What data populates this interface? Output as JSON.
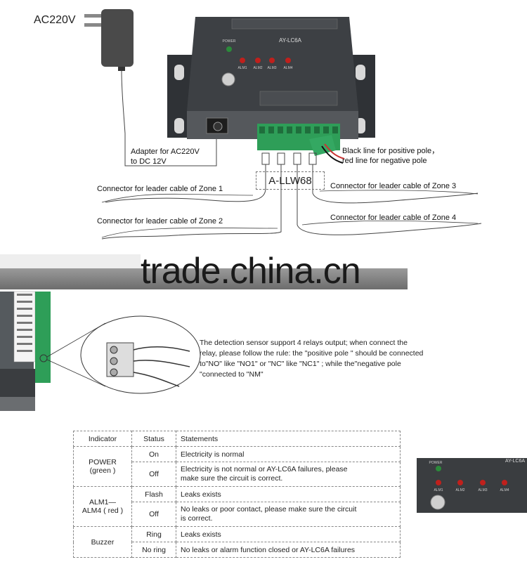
{
  "labels": {
    "power_in": "AC220V",
    "adapter_line1": "Adapter for AC220V",
    "adapter_line2": "to  DC 12V",
    "polarity_line1": "Black line for positive pole，",
    "polarity_line2": "red line for negative pole",
    "model": "A-LLW68",
    "zone1": "Connector for  leader cable of  Zone 1",
    "zone2": "Connector for  leader cable of  Zone 2",
    "zone3": "Connector for  leader cable of  Zone 3",
    "zone4": "Connector for  leader cable of  Zone 4",
    "watermark": "trade.china.cn",
    "device_model": "AY-LC6A",
    "device_power": "POWER",
    "device_alm1": "ALM1",
    "device_alm2": "ALM2",
    "device_alm3": "ALM3",
    "device_alm4": "ALM4",
    "relay_note": "The detection sensor support 4 relays output; when connect the relay, please follow the rule: the \"positive pole \" should be connected to\"NO\" like \"NO1\" or \"NC\" like \"NC1\" ; while the\"negative pole \"connected to \"NM\""
  },
  "table": {
    "headers": [
      "Indicator",
      "Status",
      "Statements"
    ],
    "power_ind_1": "POWER",
    "power_ind_2": "(green )",
    "power_on": "On",
    "power_on_text": "Electricity is normal",
    "power_off": "Off",
    "power_off_text_1": "Electricity is not normal or AY-LC6A failures, please",
    "power_off_text_2": "make sure the circuit is correct.",
    "alm_ind_1": "ALM1—",
    "alm_ind_2": "ALM4 ( red )",
    "alm_flash": "Flash",
    "alm_flash_text": "Leaks exists",
    "alm_off": "Off",
    "alm_off_text_1": "No leaks or poor contact, please make sure the circuit",
    "alm_off_text_2": "is correct.",
    "buzzer_ind": "Buzzer",
    "buzzer_ring": "Ring",
    "buzzer_ring_text": "Leaks exists",
    "buzzer_noring": "No ring",
    "buzzer_noring_text": "No leaks or alarm function closed or AY-LC6A failures"
  },
  "colors": {
    "device_body": "#3a3d40",
    "terminal_green": "#2e9e58",
    "led_red": "#c0201c",
    "led_green": "#2b8a3a"
  }
}
